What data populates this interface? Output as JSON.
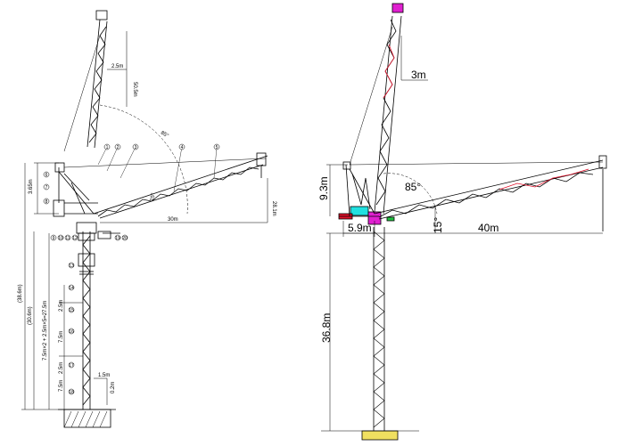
{
  "left_drawing": {
    "labels": {
      "top_2_5": "2.5m",
      "jib_length": "50.5m",
      "angle": "85°",
      "height_3_6": "3.65m",
      "jib_radius": "30m",
      "right_height": "28.1m",
      "low_15": "15°",
      "total_height_1": "(38.6m)",
      "total_height_2": "(30.6m)",
      "sections": "7.5m×2 + 2.5m×5=27.5m",
      "sec_2_5": "2.5m",
      "sec_7_5a": "7.5m",
      "sec_7_5b": "7.5m",
      "sec_2_5b": "2.5m",
      "base_1_5": "1.5m",
      "base_0_2": "0.2m"
    },
    "markers": [
      "1",
      "2",
      "3",
      "4",
      "5",
      "6",
      "7",
      "8",
      "9",
      "10",
      "11",
      "12",
      "13",
      "14",
      "15",
      "16",
      "17",
      "18",
      "19",
      "20",
      "21",
      "22",
      "23",
      "24"
    ]
  },
  "right_drawing": {
    "labels": {
      "top": "3m",
      "mast_height": "36.8m",
      "counter_height": "9.3m",
      "counter_length": "5.9m",
      "jib_length": "40m",
      "angle_85": "85°",
      "angle_15": "15°"
    }
  },
  "colors": {
    "line": "#000000",
    "red": "#e0102a",
    "magenta": "#e020d0",
    "cyan": "#20e0e0",
    "yellow": "#f0e060",
    "green": "#20c040"
  }
}
